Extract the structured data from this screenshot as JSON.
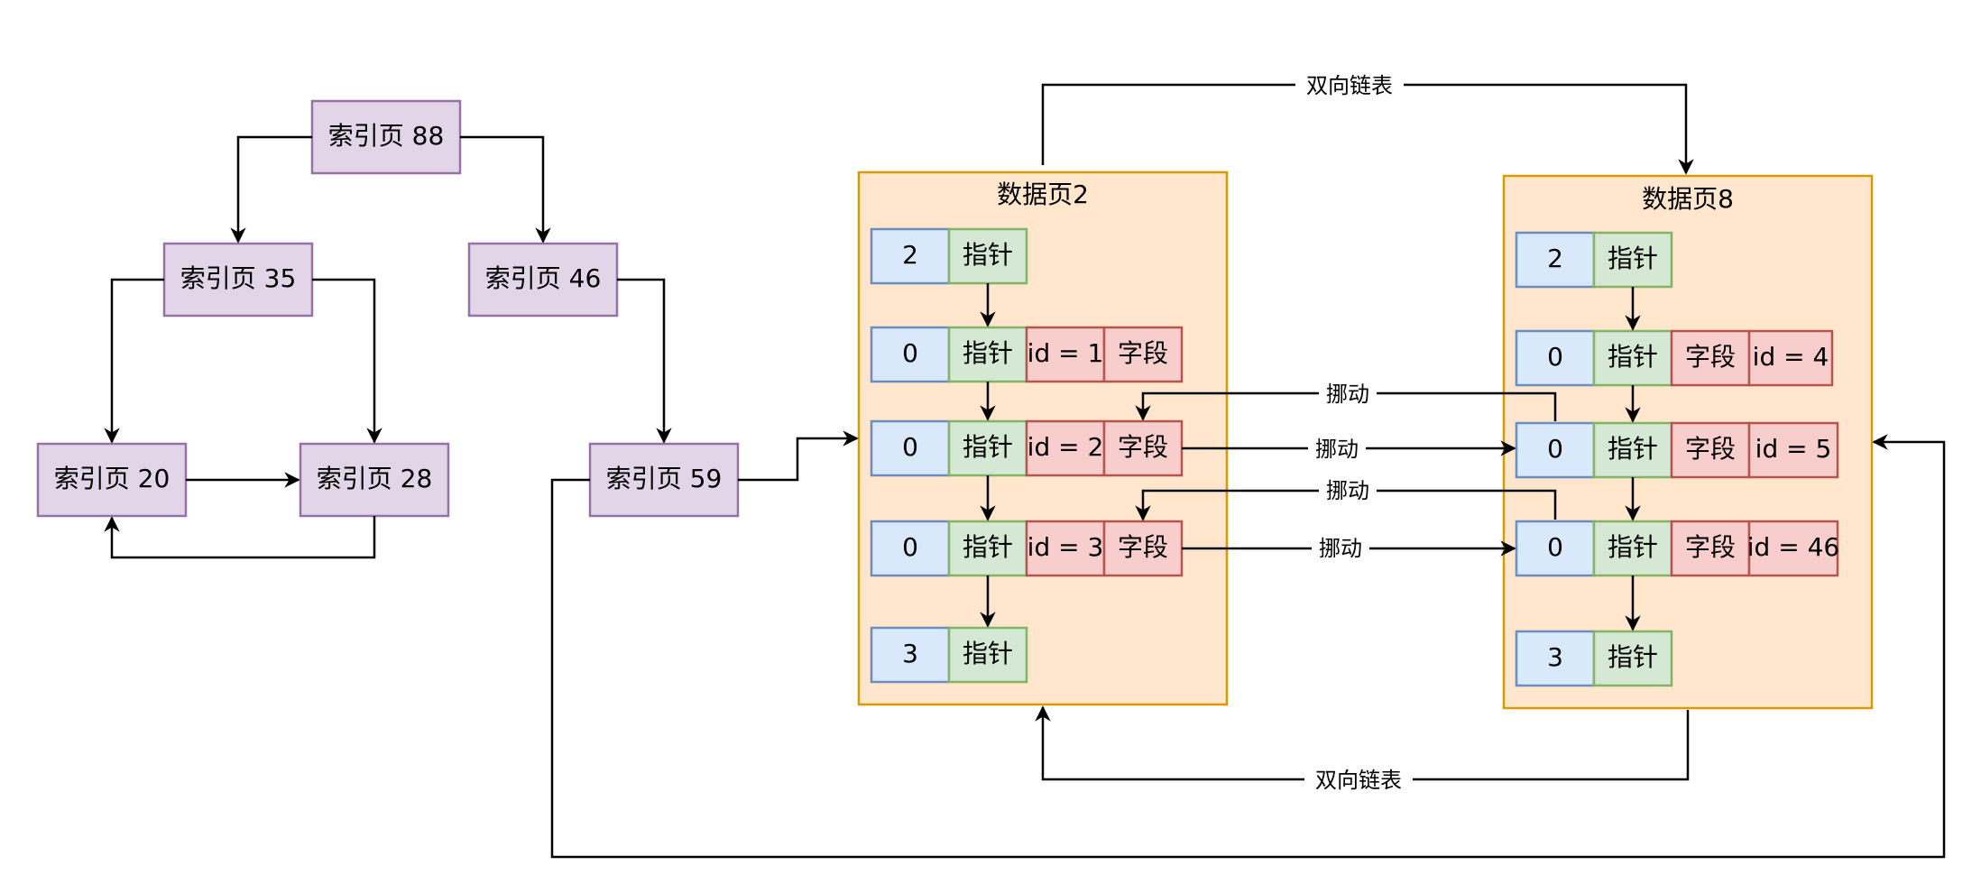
{
  "colors": {
    "index_fill": "#e1d5e7",
    "index_stroke": "#9673a6",
    "page_fill": "#ffe6cc",
    "page_stroke": "#d79b00",
    "blue_fill": "#dae8fc",
    "blue_stroke": "#6c8ebf",
    "green_fill": "#d5e8d4",
    "green_stroke": "#82b366",
    "red_fill": "#f8cecc",
    "red_stroke": "#b85450"
  },
  "index_pages": {
    "p88": "索引页 88",
    "p35": "索引页 35",
    "p46": "索引页 46",
    "p20": "索引页 20",
    "p28": "索引页 28",
    "p59": "索引页 59"
  },
  "data_page_2": {
    "title": "数据页2",
    "rows": [
      [
        "2",
        "指针"
      ],
      [
        "0",
        "指针",
        "id = 1",
        "字段"
      ],
      [
        "0",
        "指针",
        "id = 2",
        "字段"
      ],
      [
        "0",
        "指针",
        "id = 3",
        "字段"
      ],
      [
        "3",
        "指针"
      ]
    ]
  },
  "data_page_8": {
    "title": "数据页8",
    "rows": [
      [
        "2",
        "指针"
      ],
      [
        "0",
        "指针",
        "字段",
        "id = 4"
      ],
      [
        "0",
        "指针",
        "字段",
        "id = 5"
      ],
      [
        "0",
        "指针",
        "字段",
        "id = 46"
      ],
      [
        "3",
        "指针"
      ]
    ]
  },
  "edge_labels": {
    "doubly_linked_top": "双向链表",
    "doubly_linked_bottom": "双向链表",
    "move_1": "挪动",
    "move_2": "挪动",
    "move_3": "挪动",
    "move_4": "挪动"
  }
}
